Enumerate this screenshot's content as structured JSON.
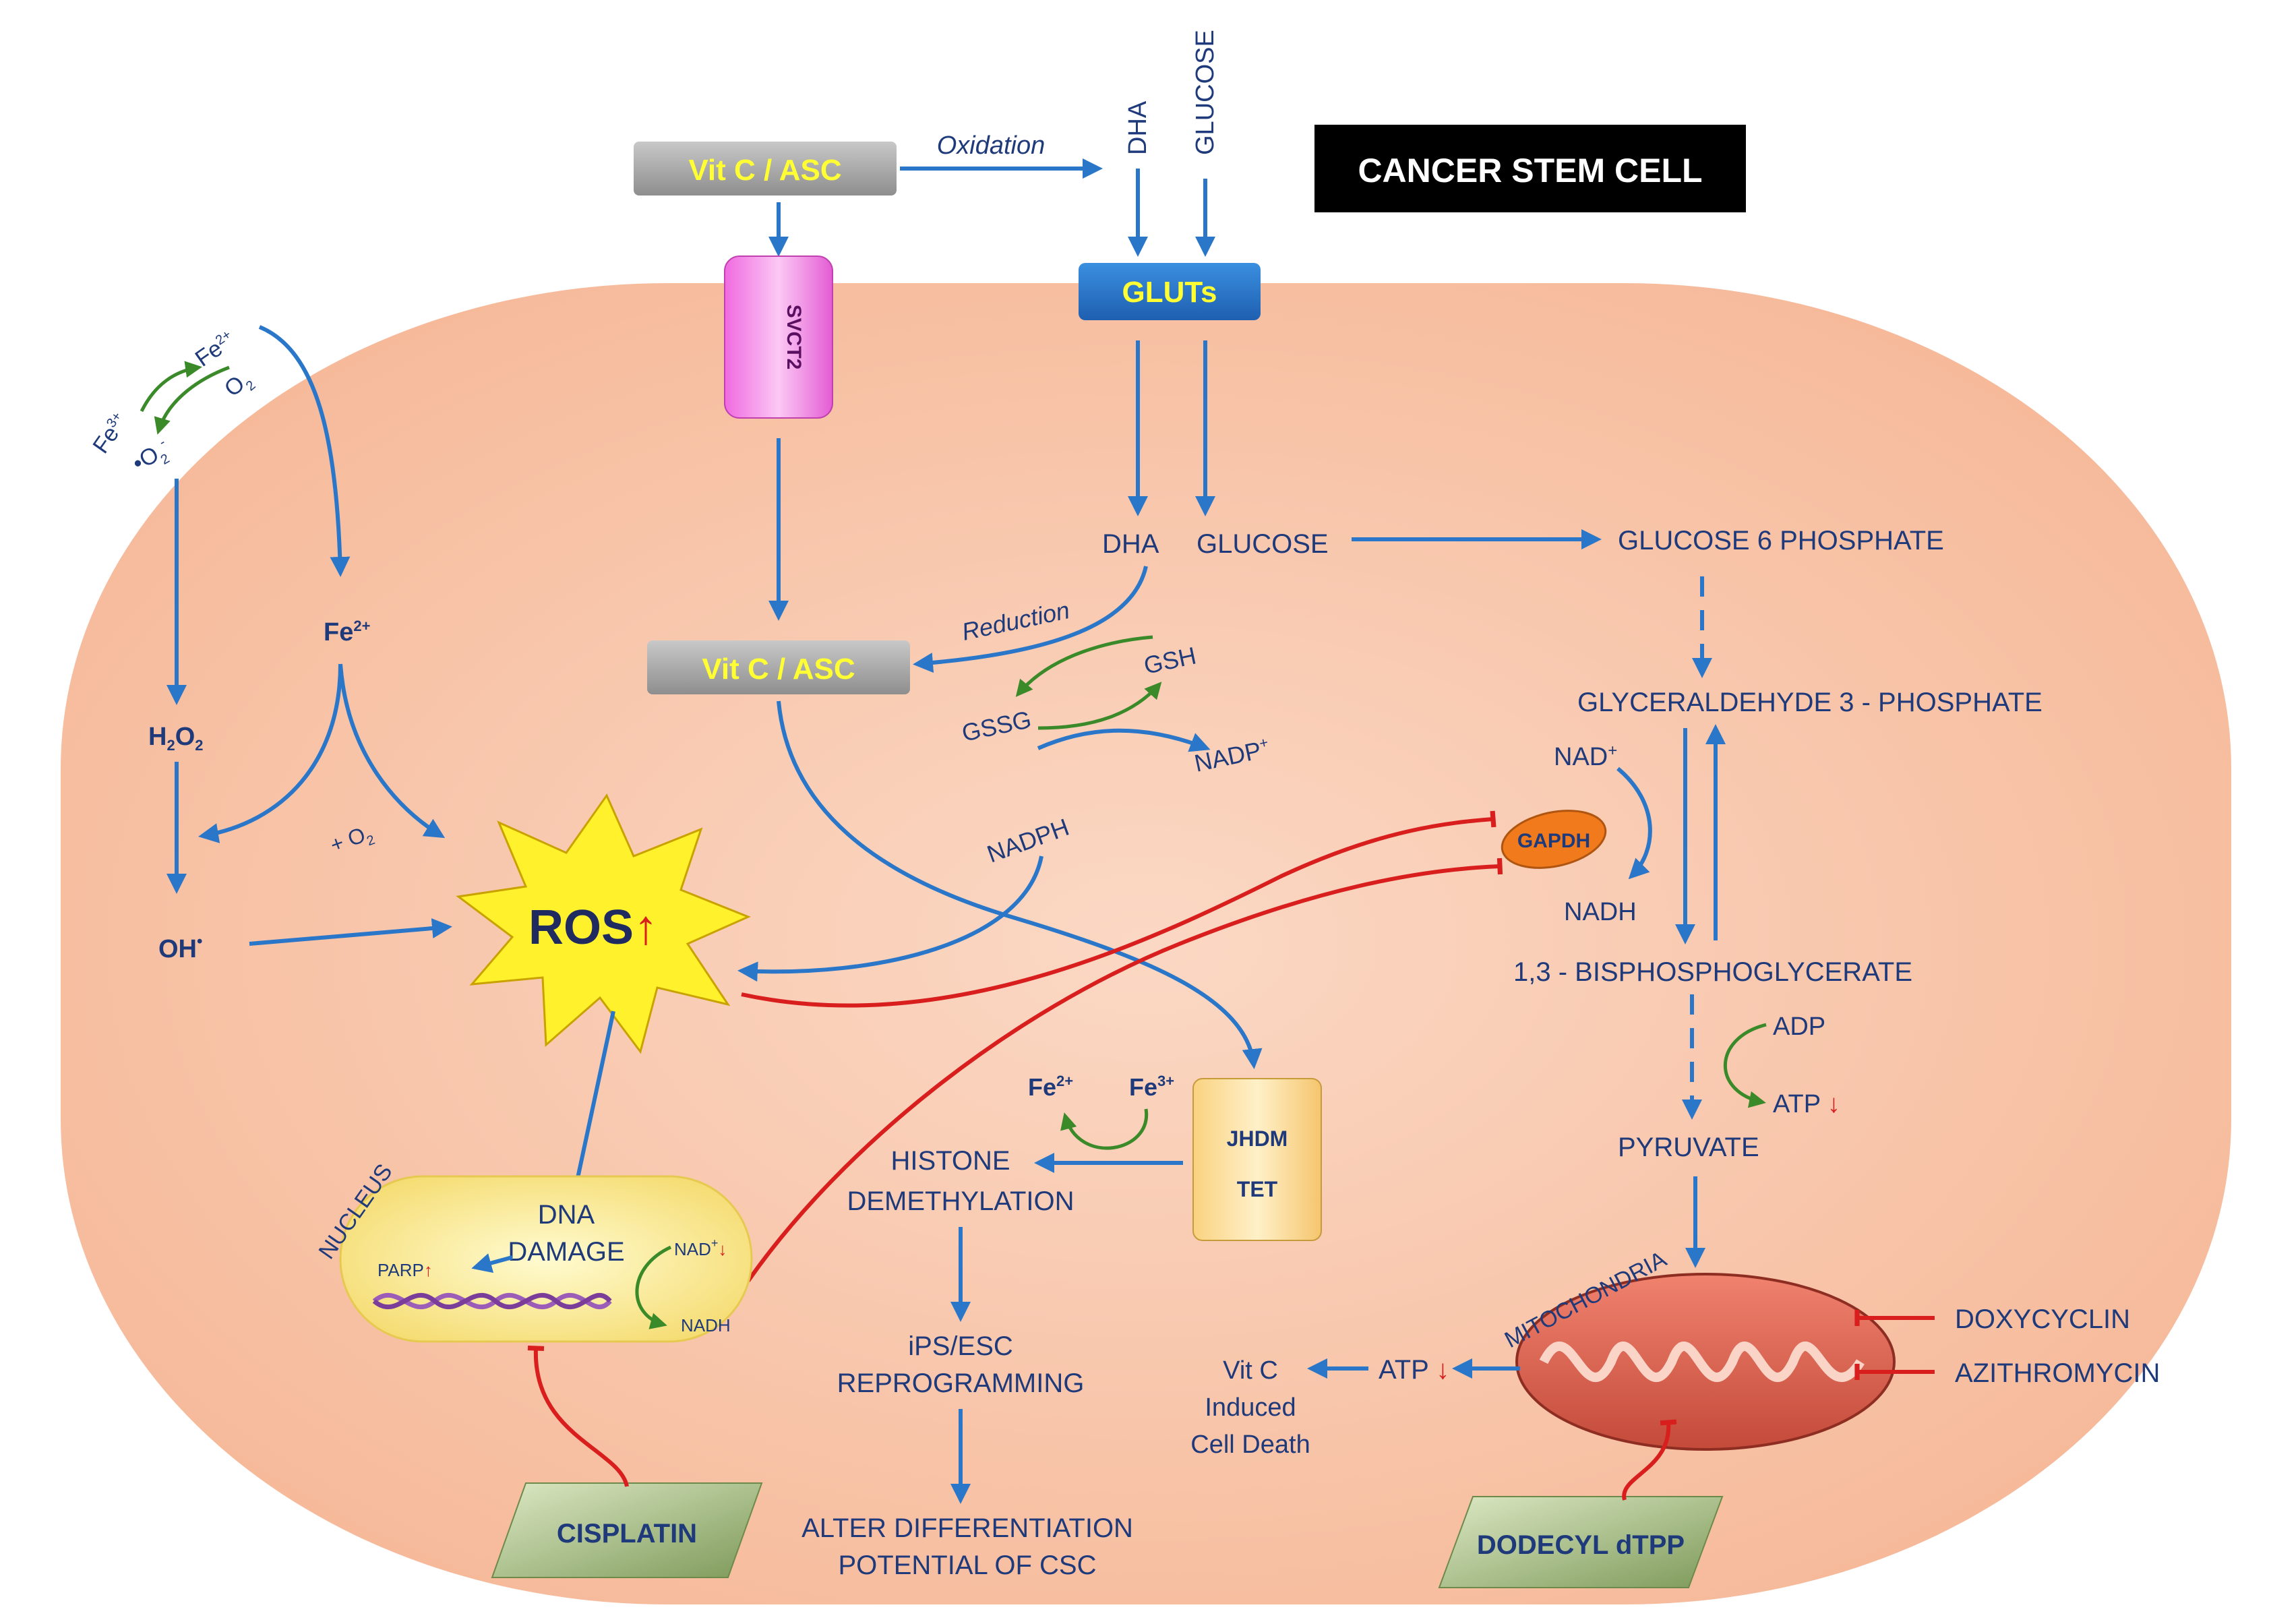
{
  "title": "CANCER STEM CELL",
  "vitc_top": "Vit C / ASC",
  "oxidation": "Oxidation",
  "dha_top": "DHA",
  "glucose_top": "GLUCOSE",
  "svct2": "SVCT2",
  "gluts": "GLUTs",
  "fe3_top": "Fe",
  "fe3_sup": "3+",
  "fe2_top": "Fe",
  "fe2_sup": "2+",
  "o2_top": "O",
  "o2_sub": "2",
  "superoxide": "O",
  "superoxide_sub": "2",
  "superoxide_sup": "-",
  "fe2_mid": "Fe",
  "fe2_mid_sup": "2+",
  "h2o2_h": "H",
  "h2o2_2a": "2",
  "h2o2_o": "O",
  "h2o2_2b": "2",
  "plus_o2": "+ O",
  "plus_o2_sub": "2",
  "oh": "OH",
  "ros": "ROS",
  "dha_in": "DHA",
  "glucose_in": "GLUCOSE",
  "reduction": "Reduction",
  "vitc_in": "Vit C / ASC",
  "gsh": "GSH",
  "gssg": "GSSG",
  "nadp": "NADP",
  "nadp_sup": "+",
  "nadph": "NADPH",
  "g6p": "GLUCOSE 6 PHOSPHATE",
  "g3p": "GLYCERALDEHYDE 3 - PHOSPHATE",
  "nad_plus": "NAD",
  "nad_plus_sup": "+",
  "gapdh": "GAPDH",
  "nadh_right": "NADH",
  "bpg": "1,3 - BISPHOSPHOGLYCERATE",
  "adp": "ADP",
  "atp_right": "ATP",
  "pyruvate": "PYRUVATE",
  "mitochondria": "MITOCHONDRIA",
  "doxycyclin": "DOXYCYCLIN",
  "azithromycin": "AZITHROMYCIN",
  "dodecyl": "DODECYL dTPP",
  "atp_mito": "ATP",
  "vitc_death_1": "Vit C",
  "vitc_death_2": "Induced",
  "vitc_death_3": "Cell Death",
  "fe2_jhdm": "Fe",
  "fe2_jhdm_sup": "2+",
  "fe3_jhdm": "Fe",
  "fe3_jhdm_sup": "3+",
  "jhdm": "JHDM",
  "tet": "TET",
  "histone_1": "HISTONE",
  "histone_2": "DEMETHYLATION",
  "ips_1": "iPS/ESC",
  "ips_2": "REPROGRAMMING",
  "alter_1": "ALTER DIFFERENTIATION",
  "alter_2": "POTENTIAL OF CSC",
  "nucleus": "NUCLEUS",
  "dna_1": "DNA",
  "dna_2": "DAMAGE",
  "parp": "PARP",
  "nad_nuc": "NAD",
  "nad_nuc_sup": "+",
  "nadh_nuc": "NADH",
  "cisplatin": "CISPLATIN",
  "colors": {
    "cell_fill": "#f8c9ae",
    "arrow_blue": "#2a77c9",
    "arrow_green": "#3b8a2a",
    "inhibit_red": "#d91e1e",
    "text_navy": "#1f3a7a",
    "label_yellow": "#ffff33"
  }
}
